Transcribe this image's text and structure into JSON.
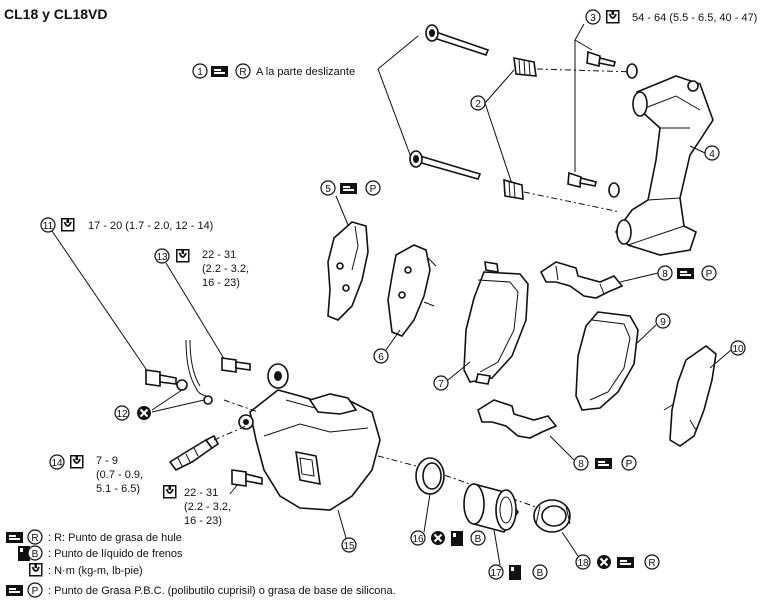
{
  "title": "CL18 y CL18VD",
  "callouts": {
    "c1": {
      "num": "1",
      "text": "A la parte deslizante"
    },
    "c2": {
      "num": "2"
    },
    "c3": {
      "num": "3",
      "text": "54 - 64 (5.5 - 6.5, 40 - 47)"
    },
    "c4": {
      "num": "4"
    },
    "c5": {
      "num": "5"
    },
    "c6": {
      "num": "6"
    },
    "c7": {
      "num": "7"
    },
    "c8a": {
      "num": "8"
    },
    "c8b": {
      "num": "8"
    },
    "c9": {
      "num": "9"
    },
    "c10": {
      "num": "10"
    },
    "c11": {
      "num": "11",
      "text": "17 - 20 (1.7 - 2.0, 12 - 14)"
    },
    "c12": {
      "num": "12"
    },
    "c13": {
      "num": "13",
      "line1": "22 - 31",
      "line2": "(2.2 - 3.2,",
      "line3": "16 - 23)"
    },
    "c14": {
      "num": "14",
      "line1": "7 - 9",
      "line2": "(0.7 - 0.9,",
      "line3": "5.1 - 6.5)"
    },
    "c15": {
      "num": "15"
    },
    "c16": {
      "num": "16"
    },
    "c17": {
      "num": "17"
    },
    "c18": {
      "num": "18"
    },
    "bolt_torque": {
      "line1": "22 - 31",
      "line2": "(2.2 - 3.2,",
      "line3": "16 - 23)"
    }
  },
  "symbols": {
    "grease_letter": "R",
    "brake_fluid_letter": "B",
    "pbc_letter": "P"
  },
  "legend": [
    {
      "icon": "rubber-grease-icon",
      "letter": "R",
      "text": ": R: Punto de grasa de hule"
    },
    {
      "icon": "brake-fluid-icon",
      "letter": "B",
      "text": ": Punto de líquido de frenos"
    },
    {
      "icon": "torque-wrench-icon",
      "letter": "",
      "text": ": N·m (kg-m, lb-pie)"
    },
    {
      "icon": "pbc-grease-icon",
      "letter": "P",
      "text": ": Punto de Grasa P.B.C. (polibutilo cuprisil) o grasa de base de silicona."
    }
  ]
}
